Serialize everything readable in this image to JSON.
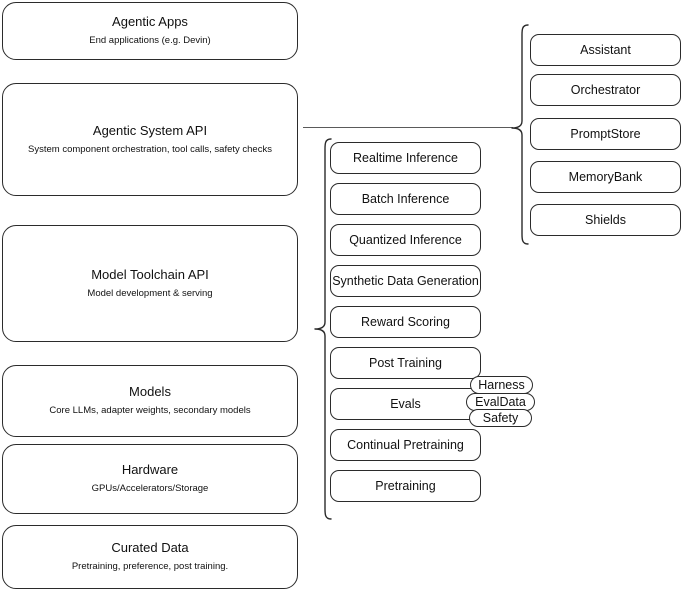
{
  "diagram": {
    "title": "Agentic stack layer diagram",
    "stroke_color": "#2b2b2b",
    "connector_color": "#5a5a5a",
    "background_color": "#ffffff"
  },
  "left_stack": {
    "name": "platform-layers",
    "layers": [
      {
        "id": "agentic-apps",
        "title": "Agentic Apps",
        "subtitle": "End applications (e.g. Devin)"
      },
      {
        "id": "agentic-system-api",
        "title": "Agentic System API",
        "subtitle": "System component orchestration, tool calls, safety checks"
      },
      {
        "id": "model-toolchain-api",
        "title": "Model Toolchain API",
        "subtitle": "Model development & serving"
      },
      {
        "id": "models",
        "title": "Models",
        "subtitle": "Core LLMs, adapter weights, secondary models"
      },
      {
        "id": "hardware",
        "title": "Hardware",
        "subtitle": "GPUs/Accelerators/Storage"
      },
      {
        "id": "curated-data",
        "title": "Curated Data",
        "subtitle": "Pretraining, preference, post training."
      }
    ]
  },
  "middle_stack": {
    "name": "model-toolchain-api-capabilities",
    "parent": "Model Toolchain API",
    "items": [
      {
        "id": "realtime-inference",
        "label": "Realtime Inference"
      },
      {
        "id": "batch-inference",
        "label": "Batch Inference"
      },
      {
        "id": "quantized-inference",
        "label": "Quantized Inference"
      },
      {
        "id": "synthetic-data-generation",
        "label": "Synthetic Data Generation"
      },
      {
        "id": "reward-scoring",
        "label": "Reward Scoring"
      },
      {
        "id": "post-training",
        "label": "Post Training"
      },
      {
        "id": "evals",
        "label": "Evals"
      },
      {
        "id": "continual-pretraining",
        "label": "Continual Pretraining"
      },
      {
        "id": "pretraining",
        "label": "Pretraining"
      }
    ],
    "eval_tags": [
      {
        "id": "harness",
        "label": "Harness"
      },
      {
        "id": "evaldata",
        "label": "EvalData"
      },
      {
        "id": "safety",
        "label": "Safety"
      }
    ]
  },
  "right_stack": {
    "name": "agentic-system-api-components",
    "parent": "Agentic System API",
    "items": [
      {
        "id": "assistant",
        "label": "Assistant"
      },
      {
        "id": "orchestrator",
        "label": "Orchestrator"
      },
      {
        "id": "promptstore",
        "label": "PromptStore"
      },
      {
        "id": "memorybank",
        "label": "MemoryBank"
      },
      {
        "id": "shields",
        "label": "Shields"
      }
    ]
  }
}
